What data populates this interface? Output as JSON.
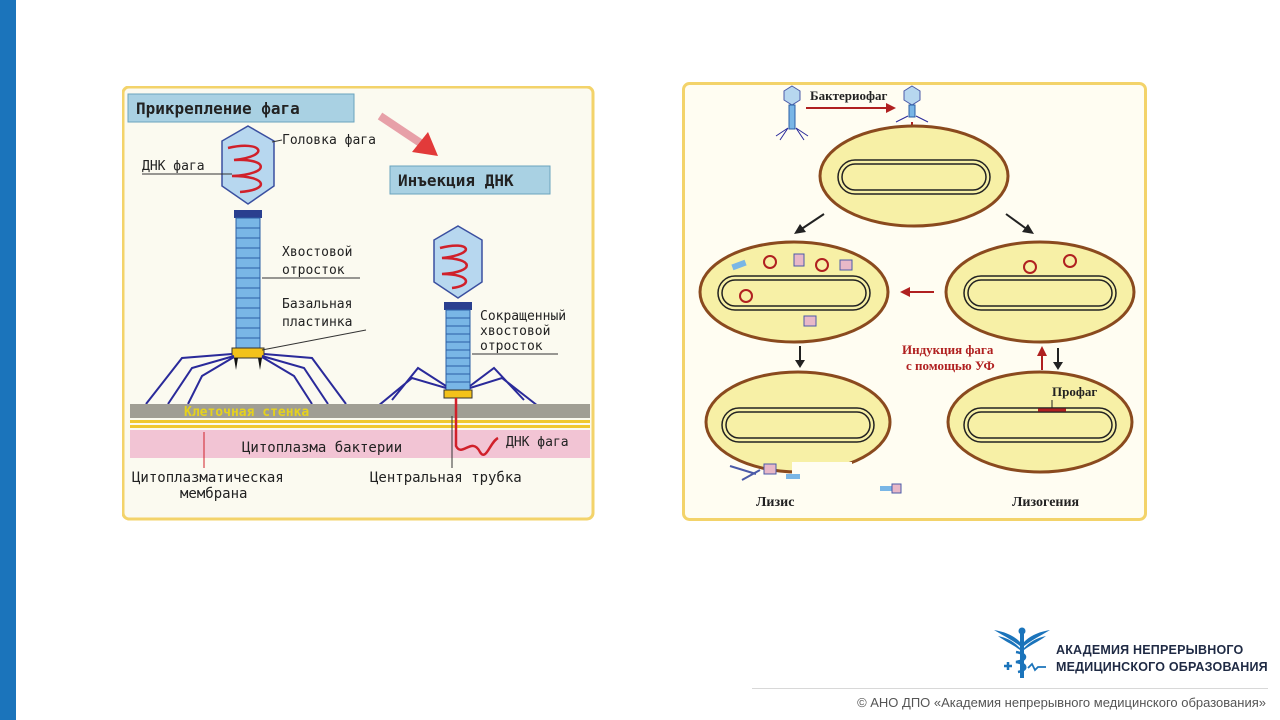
{
  "left_diagram": {
    "title_attach": "Прикрепление фага",
    "title_inject": "Инъекция ДНК",
    "head_label": "Головка фага",
    "dna_label": "ДНК фага",
    "tail_label_1": "Хвостовой",
    "tail_label_2": "отросток",
    "plate_label_1": "Базальная",
    "plate_label_2": "пластинка",
    "contracted_1": "Сокращенный",
    "contracted_2": "хвостовой",
    "contracted_3": "отросток",
    "cell_wall": "Клеточная стенка",
    "cytoplasm": "Цитоплазма бактерии",
    "dna_label_2": "ДНК фага",
    "membrane_1": "Цитоплазматическая",
    "membrane_2": "мембрана",
    "central_tube": "Центральная трубка"
  },
  "right_diagram": {
    "bacteriophage": "Бактериофаг",
    "induction_1": "Индукция фага",
    "induction_2": "с помощью УФ",
    "prophage": "Профаг",
    "lysis": "Лизис",
    "lysogeny": "Лизогения"
  },
  "footer": {
    "logo_line1": "АКАДЕМИЯ НЕПРЕРЫВНОГО",
    "logo_line2": "МЕДИЦИНСКОГО ОБРАЗОВАНИЯ",
    "copyright": "© АНО ДПО «Академия непрерывного медицинского образования»"
  },
  "colors": {
    "accent_bar": "#1b74bb",
    "panel_border": "#f3d36a",
    "cell_fill": "#f7f0a6",
    "cell_border": "#8a4a1e",
    "arrow_red": "#b02020"
  }
}
